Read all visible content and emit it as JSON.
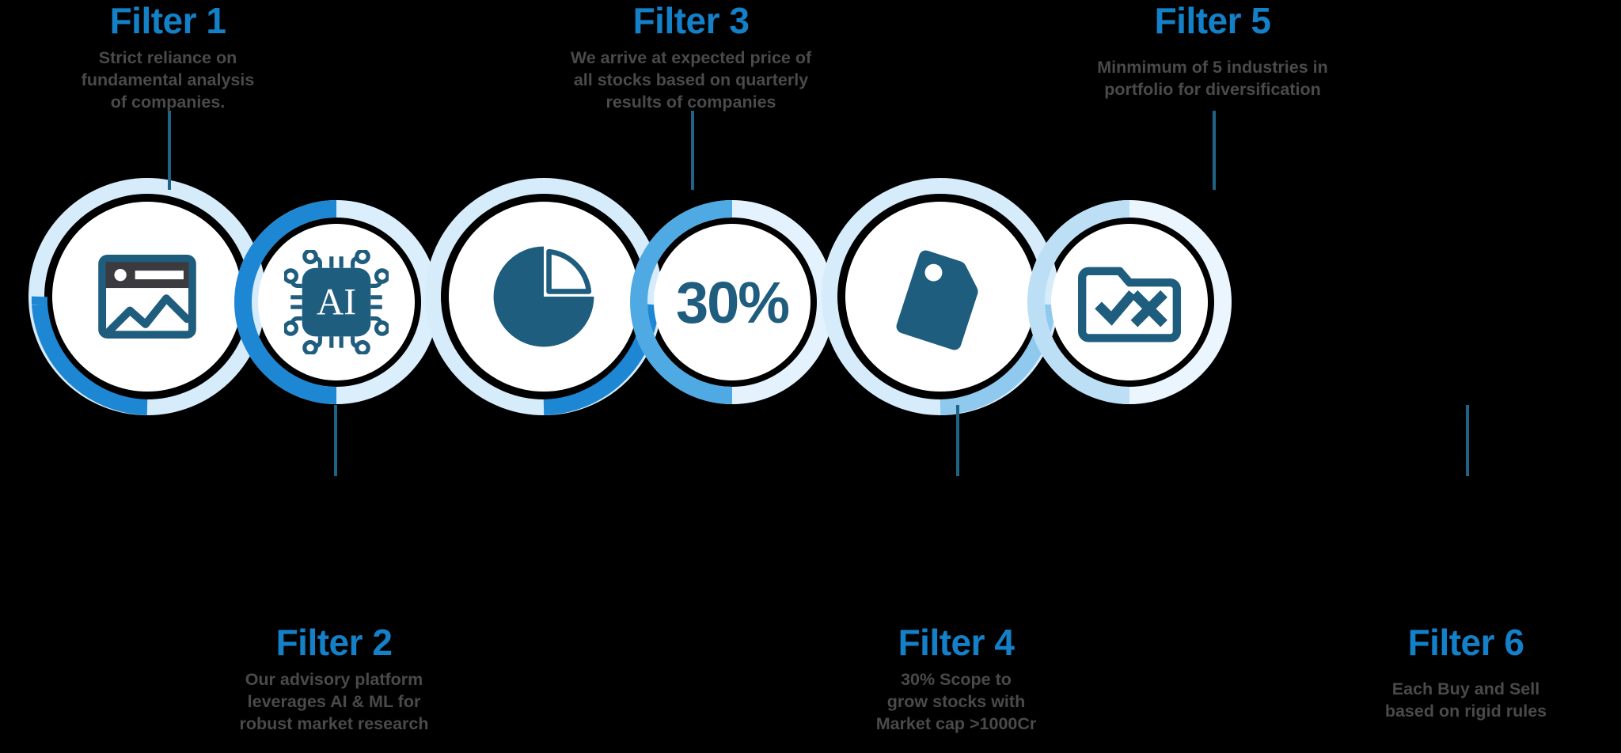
{
  "palette": {
    "background": "#000000",
    "title_blue": "#1380c8",
    "desc_gray": "#4a4a4a",
    "icon_navy": "#1f5d7e",
    "ring_strong_blue": "#1d87d4",
    "ring_pale_blue": "#d6ecfb",
    "ring_mid_blue": "#7cc0ea",
    "inner_white": "#ffffff",
    "connector": "#1f6386"
  },
  "filters": [
    {
      "id": 1,
      "title": "Filter 1",
      "description": "Strict reliance on\nfundamental analysis\nof companies.",
      "lines": [
        "Strict reliance on",
        "fundamental analysis",
        "of companies."
      ],
      "position": "top",
      "icon": "report-window-chart-icon"
    },
    {
      "id": 2,
      "title": "Filter 2",
      "description": "Our advisory platform\nleverages AI & ML for\nrobust market research",
      "lines": [
        "Our advisory platform",
        "leverages AI & ML for",
        "robust market research"
      ],
      "position": "bottom",
      "icon": "ai-chip-icon"
    },
    {
      "id": 3,
      "title": "Filter 3",
      "description": "We arrive at expected price of\nall stocks based on quarterly\nresults of companies",
      "lines": [
        "We arrive at expected price of",
        "all stocks based on quarterly",
        "results of companies"
      ],
      "position": "top",
      "icon": "pie-chart-icon"
    },
    {
      "id": 4,
      "title": "Filter 4",
      "description": "30% Scope to\ngrow stocks with\nMarket cap >1000Cr",
      "lines": [
        "30% Scope to",
        "grow stocks with",
        "Market cap >1000Cr"
      ],
      "position": "bottom",
      "icon": "percent-30-label",
      "icon_text": "30%"
    },
    {
      "id": 5,
      "title": "Filter 5",
      "description": "Minmimum of 5 industries in\nportfolio for diversification",
      "lines": [
        "Minmimum of 5 industries in",
        "portfolio for diversification"
      ],
      "position": "top",
      "icon": "price-tag-icon"
    },
    {
      "id": 6,
      "title": "Filter 6",
      "description": "Each Buy and Sell\nbased on rigid rules",
      "lines": [
        "Each Buy and Sell",
        "based on rigid rules"
      ],
      "position": "bottom",
      "icon": "folder-check-cross-icon"
    }
  ]
}
